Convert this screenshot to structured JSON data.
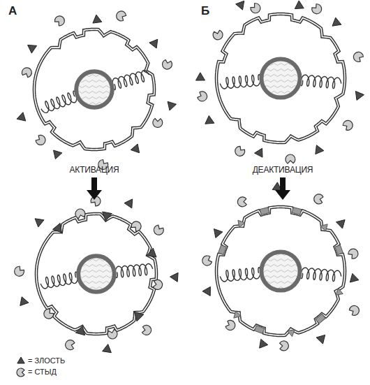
{
  "diagram": {
    "labels": [
      "А",
      "Б",
      "АКТИВАЦИЯ",
      "ДЕАКТИВАЦИЯ"
    ],
    "legend": [
      {
        "text": "= ЗЛОСТЬ"
      },
      {
        "text": "= СТЫД"
      }
    ]
  }
}
